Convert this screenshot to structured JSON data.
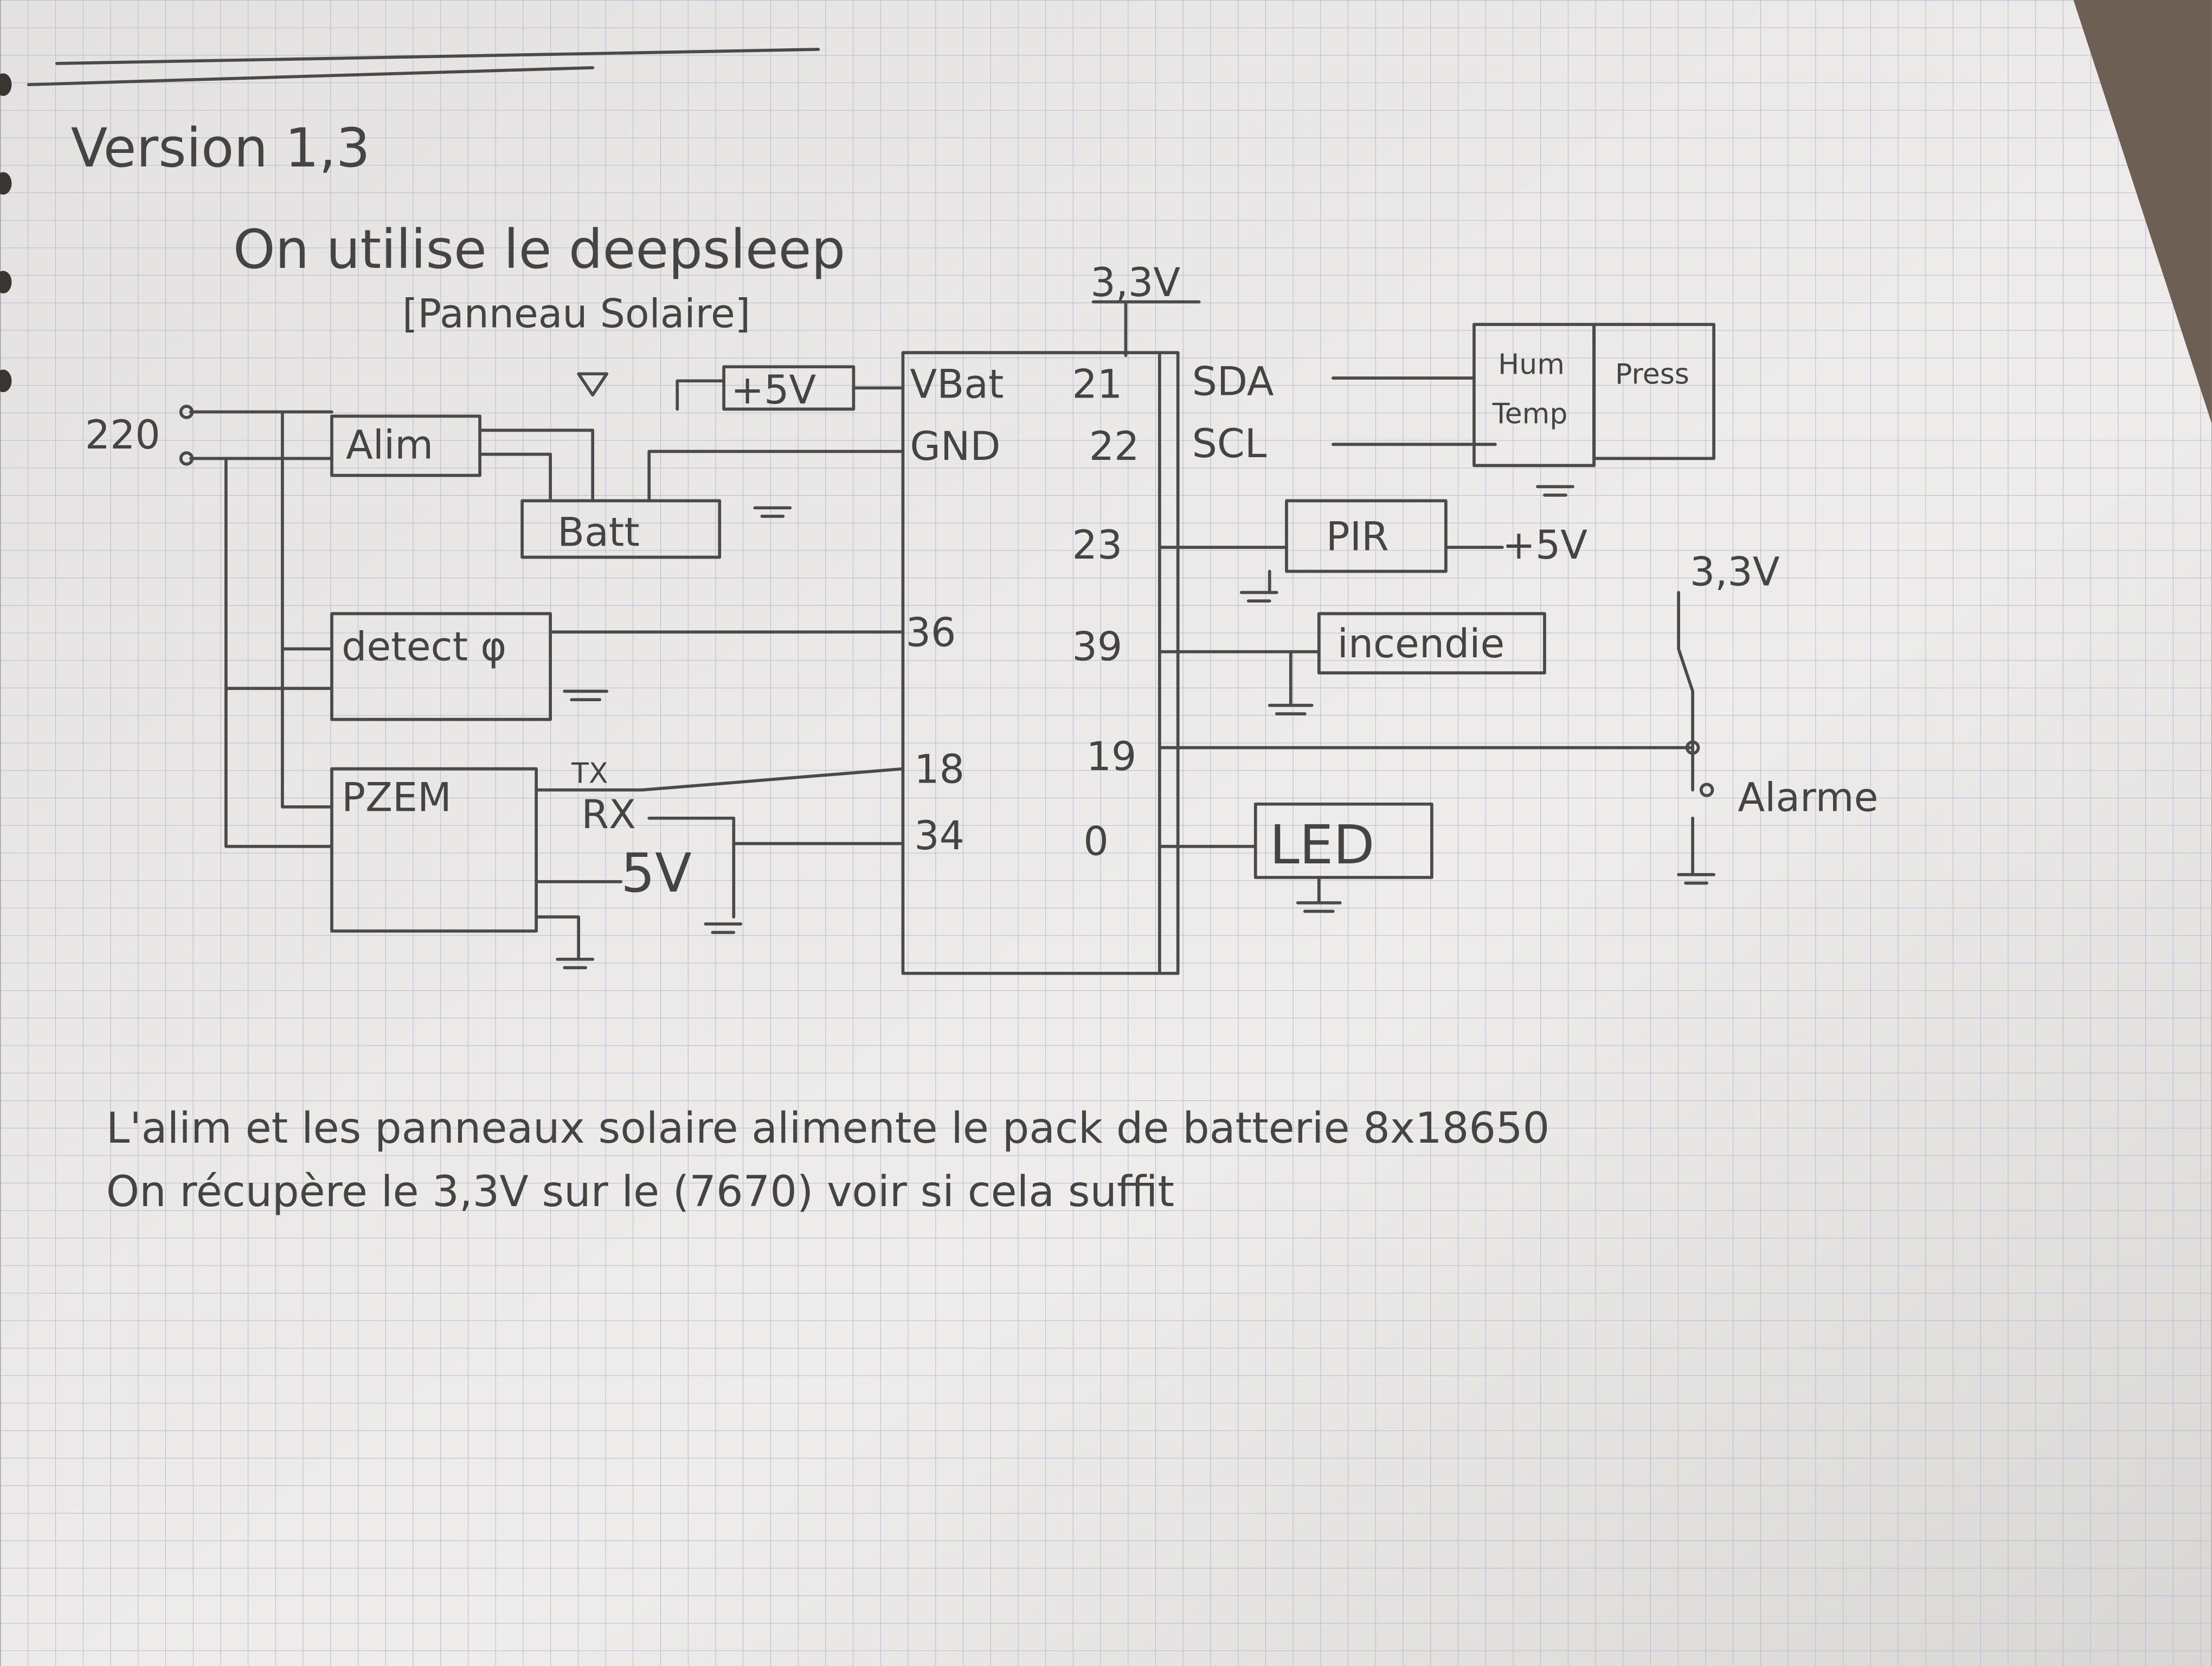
{
  "header": {
    "title": "Version 1,3",
    "subtitle": "On utilise le deepsleep",
    "solar_panel": "[Panneau Solaire]"
  },
  "power": {
    "mains": "220",
    "alim": "Alim",
    "battery": "Batt",
    "plus5v": "+5V",
    "rail_3v3": "3,3V"
  },
  "esp32": {
    "left_pins": [
      "VBat",
      "GND",
      "36",
      "18",
      "34"
    ],
    "right_pins": [
      "21",
      "22",
      "23",
      "39",
      "19",
      "0"
    ]
  },
  "bus": {
    "sda": "SDA",
    "scl": "SCL"
  },
  "modules": {
    "hum_temp": [
      "Hum",
      "Temp"
    ],
    "pression": "Press",
    "pir": "PIR",
    "pir_supply": "+5V",
    "incendie": "incendie",
    "detect": "detect φ",
    "pzem": "PZEM",
    "pzem_tx": "TX",
    "pzem_rx": "RX",
    "pzem_5v": "5V",
    "led": "LED",
    "alarme_supply": "3,3V",
    "alarme": "Alarme"
  },
  "notes": [
    "L'alim et les panneaux solaire alimente le pack de batterie 8x18650",
    "On récupère le 3,3V sur le (7670) voir si cela suffit"
  ]
}
